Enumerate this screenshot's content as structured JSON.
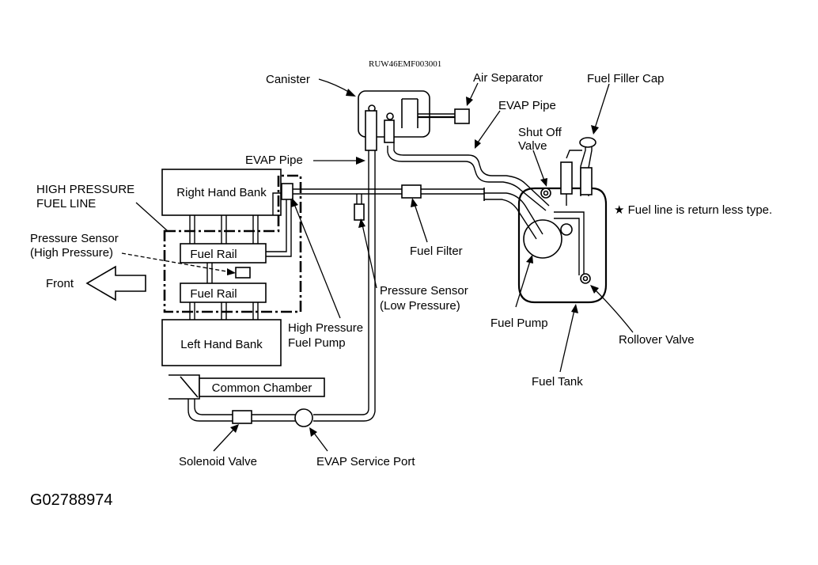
{
  "figure_code": "RUW46EMF003001",
  "figure_id": "G02788974",
  "labels": {
    "canister": "Canister",
    "air_separator": "Air Separator",
    "fuel_filler_cap": "Fuel Filler Cap",
    "evap_pipe_top": "EVAP Pipe",
    "shut_off_valve_1": "Shut Off",
    "shut_off_valve_2": "Valve",
    "evap_pipe_mid": "EVAP Pipe",
    "high_pressure_line_1": "HIGH PRESSURE",
    "high_pressure_line_2": "FUEL LINE",
    "note": "★ Fuel line is return less type.",
    "pressure_sensor_high_1": "Pressure Sensor",
    "pressure_sensor_high_2": "(High Pressure)",
    "fuel_filter": "Fuel Filter",
    "front": "Front",
    "pressure_sensor_low_1": "Pressure Sensor",
    "pressure_sensor_low_2": "(Low Pressure)",
    "fuel_pump": "Fuel Pump",
    "high_pressure_pump_1": "High Pressure",
    "high_pressure_pump_2": "Fuel Pump",
    "rollover_valve": "Rollover Valve",
    "fuel_tank": "Fuel Tank",
    "solenoid_valve": "Solenoid Valve",
    "evap_service_port": "EVAP Service Port"
  },
  "boxes": {
    "right_hand_bank": "Right Hand Bank",
    "fuel_rail_upper": "Fuel Rail",
    "fuel_rail_lower": "Fuel Rail",
    "left_hand_bank": "Left Hand Bank",
    "common_chamber": "Common Chamber"
  }
}
